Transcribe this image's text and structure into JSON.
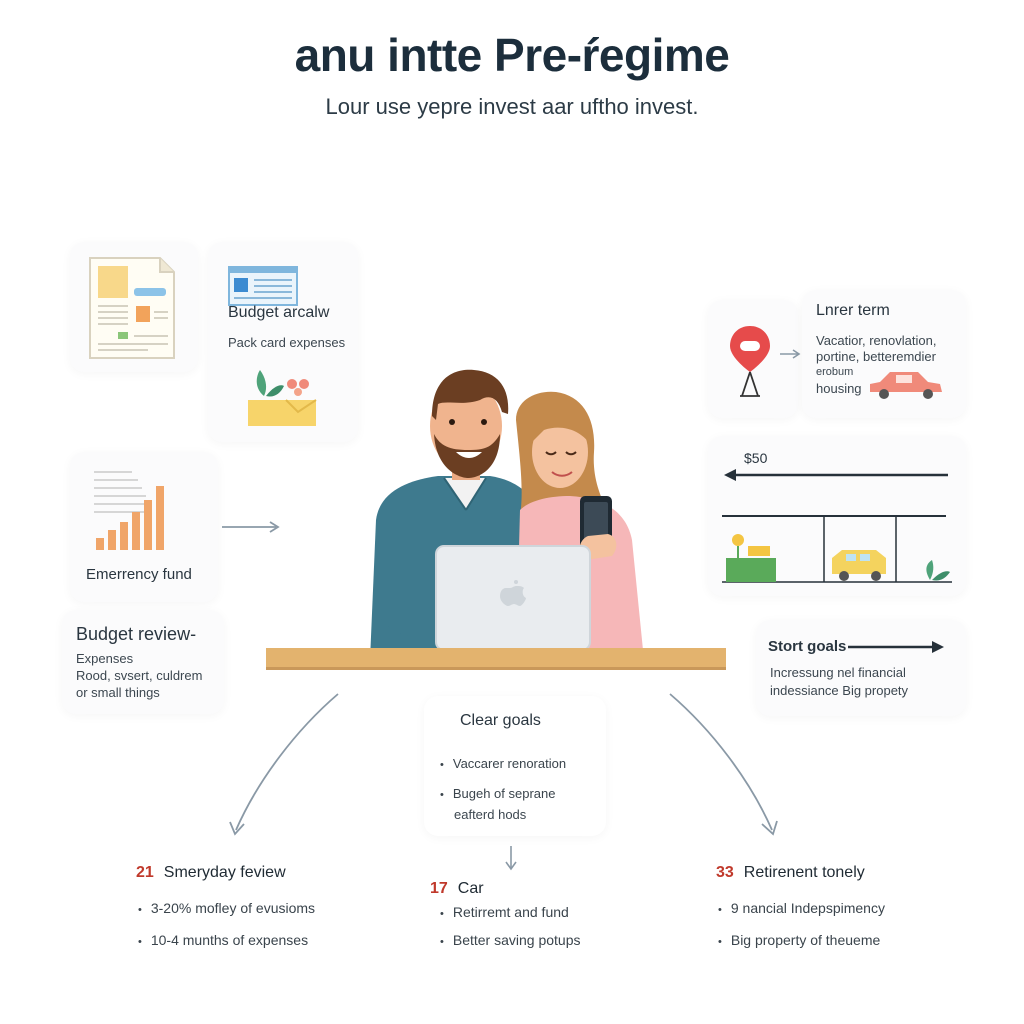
{
  "header": {
    "title": "anu intte Pre-ŕegime",
    "subtitle": "Lour use yepre invest aar uftho invest."
  },
  "budget_card": {
    "title": "Budget arcalw",
    "text": "Pack card expenses"
  },
  "emergency": {
    "label": "Emerrency fund"
  },
  "budget_review": {
    "title": "Budget review-",
    "lines": [
      "Expenses",
      "Rood, svsert, culdrem",
      "or small things"
    ]
  },
  "longer_term": {
    "title": "Lnrer term",
    "lines": [
      "Vacatior, renovlation,",
      "portine, betteremdier",
      "erobum",
      "housing"
    ]
  },
  "timeline": {
    "amount": "$50"
  },
  "short_goals": {
    "title": "Stort goals",
    "lines": [
      "Incressung nel financial",
      "indessiance Big propety"
    ]
  },
  "clear_goals": {
    "title": "Clear goals",
    "items": [
      "Vaccarer renoration",
      "Bugeh of seprane",
      "eafterd hods"
    ]
  },
  "columns": {
    "left": {
      "num": "21",
      "title": "Smeryday feview",
      "items": [
        "3-20% mofley of evusioms",
        "10-4 munths of expenses"
      ]
    },
    "middle": {
      "num": "17",
      "title": "Car",
      "items": [
        "Retirremt and fund",
        "Better saving potups"
      ]
    },
    "right": {
      "num": "33",
      "title": "Retirenent tonely",
      "items": [
        "9 nancial Indepspimency",
        "Big property of theueme"
      ]
    }
  },
  "colors": {
    "accent_red": "#c0392b",
    "title_navy": "#1c2e3c",
    "shirt_teal": "#3e7a8e",
    "desk_wood": "#e3b36e",
    "arrow_gray": "#8a99a6"
  }
}
